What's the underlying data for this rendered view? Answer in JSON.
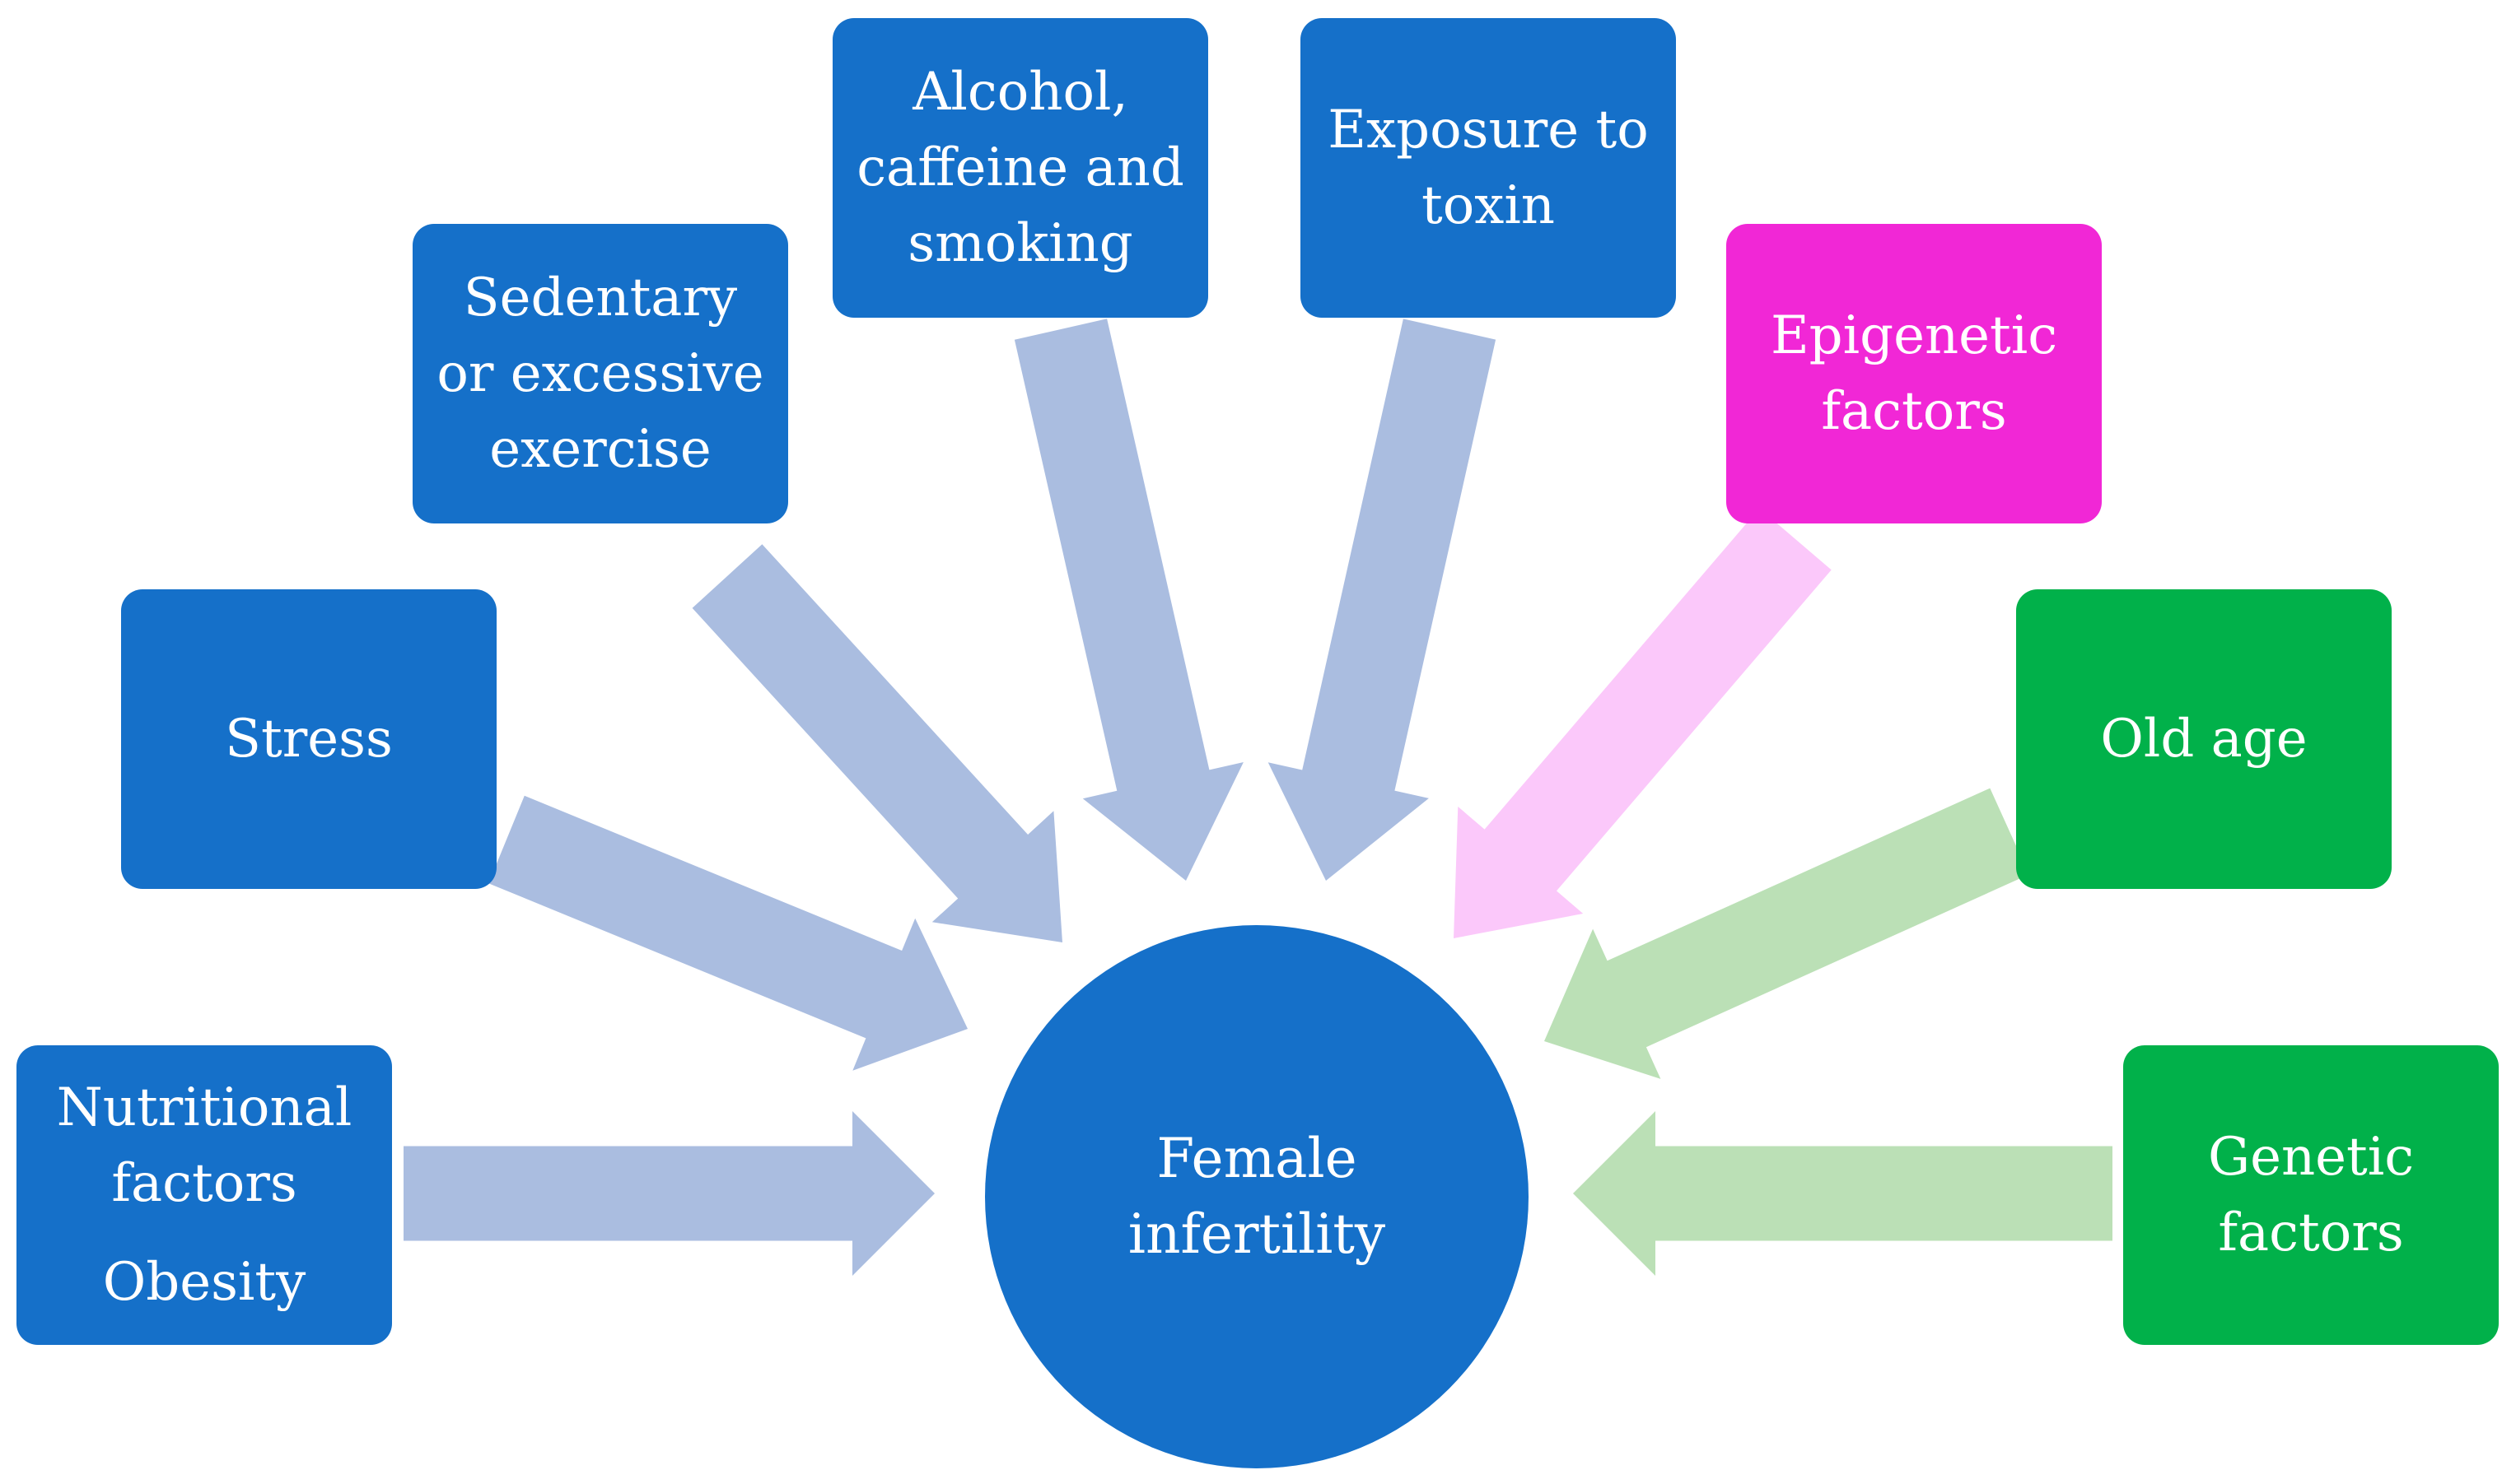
{
  "diagram": {
    "center": {
      "lines": [
        "Female",
        "infertility"
      ]
    },
    "factors": [
      {
        "id": "nutrition",
        "lines": [
          "Nutritional",
          "factors"
        ],
        "extra_line": "Obesity",
        "group": "lifestyle"
      },
      {
        "id": "stress",
        "lines": [
          "Stress"
        ],
        "group": "lifestyle"
      },
      {
        "id": "sedentary",
        "lines": [
          "Sedentary",
          "or excessive",
          "exercise"
        ],
        "group": "lifestyle"
      },
      {
        "id": "alcohol",
        "lines": [
          "Alcohol,",
          "caffeine and",
          "smoking"
        ],
        "group": "lifestyle"
      },
      {
        "id": "toxin",
        "lines": [
          "Exposure to",
          "toxin"
        ],
        "group": "lifestyle"
      },
      {
        "id": "epigenetic",
        "lines": [
          "Epigenetic",
          "factors"
        ],
        "group": "epigenetic"
      },
      {
        "id": "old_age",
        "lines": [
          "Old age"
        ],
        "group": "biological"
      },
      {
        "id": "genetic",
        "lines": [
          "Genetic",
          "factors"
        ],
        "group": "biological"
      }
    ]
  },
  "colors": {
    "lifestyle_box": "#1570c9",
    "lifestyle_arrow": "#aabde0",
    "epigenetic_box": "#f127d6",
    "epigenetic_arrow": "#fbc8fa",
    "biological_box": "#01b14a",
    "biological_arrow": "#bbe0b6",
    "center": "#1570c9",
    "text": "#ffffff"
  }
}
